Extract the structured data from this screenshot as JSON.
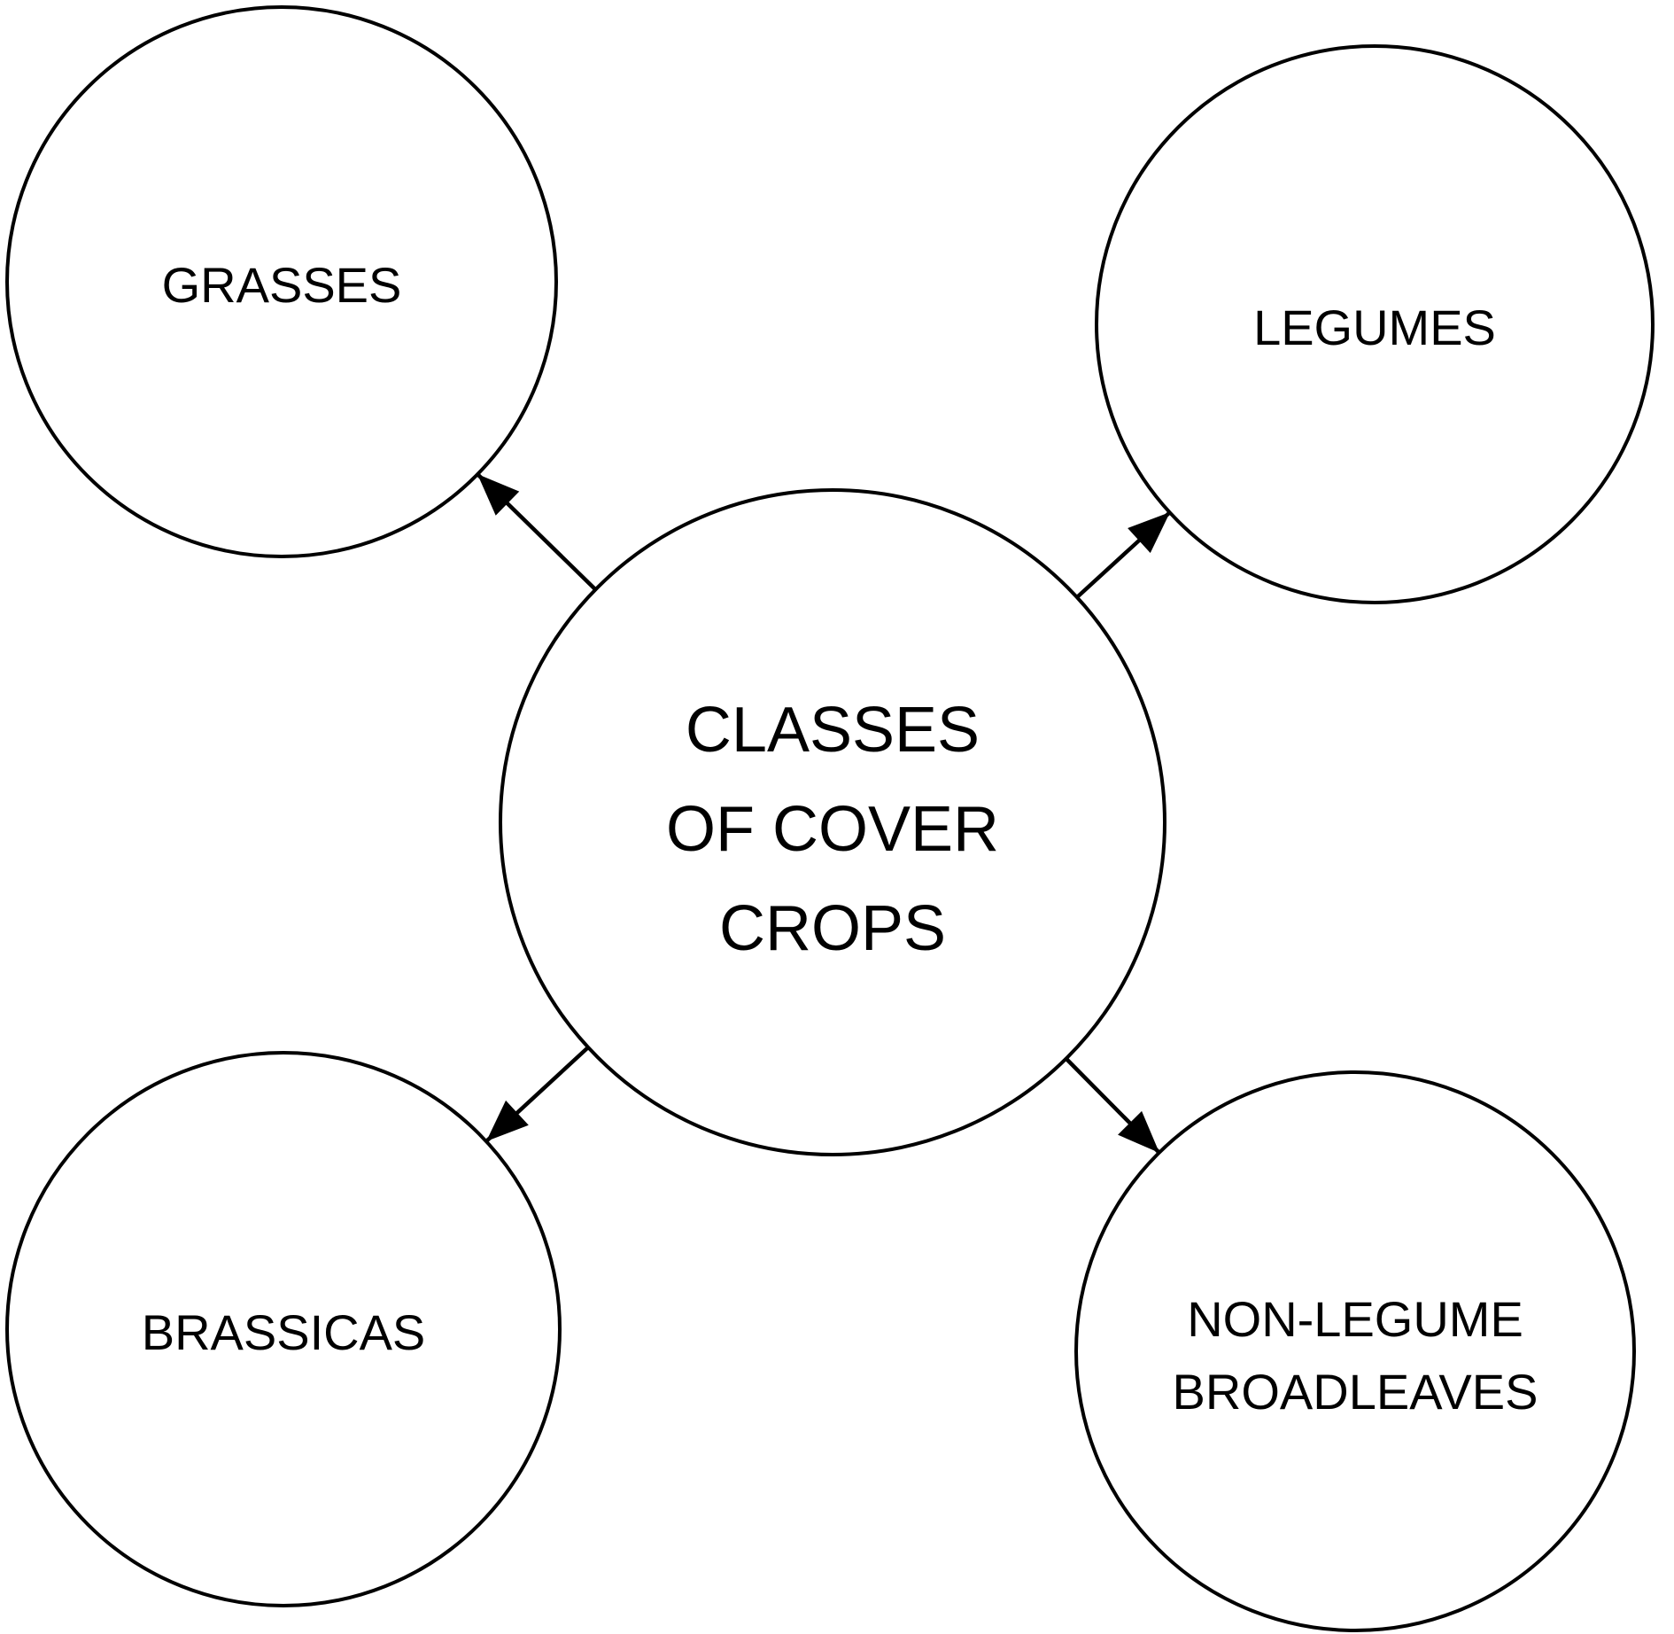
{
  "figure": {
    "background_color": "#ffffff",
    "line_color": "#000000",
    "text_color": "#000000"
  },
  "diagram": {
    "type": "hub-and-spoke",
    "center_node": {
      "id": "classes-of-cover-crops",
      "label": "CLASSES OF COVER CROPS",
      "lines": [
        "CLASSES",
        "OF COVER",
        "CROPS"
      ]
    },
    "nodes": [
      {
        "id": "grasses",
        "label": "GRASSES",
        "lines": [
          "GRASSES"
        ],
        "position": "top-left"
      },
      {
        "id": "legumes",
        "label": "LEGUMES",
        "lines": [
          "LEGUMES"
        ],
        "position": "top-right"
      },
      {
        "id": "brassicas",
        "label": "BRASSICAS",
        "lines": [
          "BRASSICAS"
        ],
        "position": "bottom-left"
      },
      {
        "id": "non-legume-broadleaves",
        "label": "NON-LEGUME BROADLEAVES",
        "lines": [
          "NON-LEGUME",
          "BROADLEAVES"
        ],
        "position": "bottom-right"
      }
    ],
    "edges": [
      {
        "from": "classes-of-cover-crops",
        "to": "grasses"
      },
      {
        "from": "classes-of-cover-crops",
        "to": "legumes"
      },
      {
        "from": "classes-of-cover-crops",
        "to": "brassicas"
      },
      {
        "from": "classes-of-cover-crops",
        "to": "non-legume-broadleaves"
      }
    ]
  }
}
